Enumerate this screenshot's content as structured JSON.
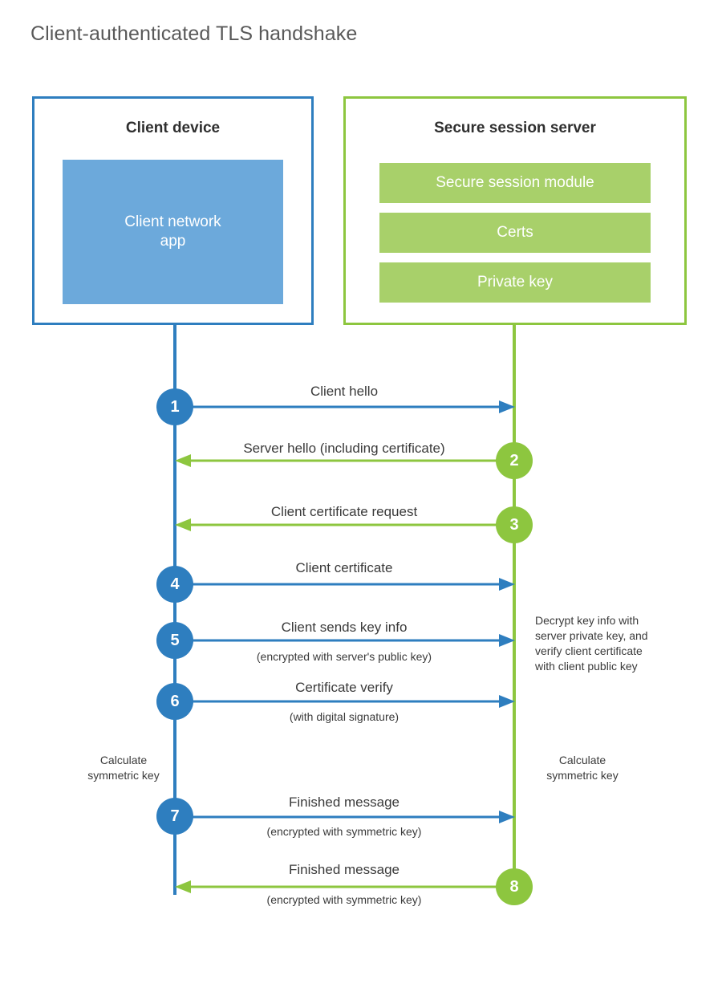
{
  "title": "Client-authenticated TLS handshake",
  "parties": {
    "client": {
      "title": "Client device",
      "app_label": "Client network\napp"
    },
    "server": {
      "title": "Secure session server",
      "modules": [
        {
          "label": "Secure session module"
        },
        {
          "label": "Certs"
        },
        {
          "label": "Private key"
        }
      ]
    }
  },
  "steps": [
    {
      "number": "1",
      "label": "Client hello",
      "sublabel": "",
      "direction": "client-to-server",
      "color": "#2e7ebf"
    },
    {
      "number": "2",
      "label": "Server hello (including certificate)",
      "sublabel": "",
      "direction": "server-to-client",
      "color": "#8dc63f"
    },
    {
      "number": "3",
      "label": "Client certificate request",
      "sublabel": "",
      "direction": "server-to-client",
      "color": "#8dc63f"
    },
    {
      "number": "4",
      "label": "Client certificate",
      "sublabel": "",
      "direction": "client-to-server",
      "color": "#2e7ebf"
    },
    {
      "number": "5",
      "label": "Client sends key info",
      "sublabel": "(encrypted with server's public key)",
      "direction": "client-to-server",
      "color": "#2e7ebf"
    },
    {
      "number": "6",
      "label": "Certificate verify",
      "sublabel": "(with digital signature)",
      "direction": "client-to-server",
      "color": "#2e7ebf"
    },
    {
      "number": "7",
      "label": "Finished message",
      "sublabel": "(encrypted with symmetric key)",
      "direction": "client-to-server",
      "color": "#2e7ebf"
    },
    {
      "number": "8",
      "label": "Finished message",
      "sublabel": "(encrypted with symmetric key)",
      "direction": "server-to-client",
      "color": "#8dc63f"
    }
  ],
  "notes": {
    "server_decrypt": "Decrypt key info with\nserver private key, and\nverify client certificate\nwith client public key",
    "client_calculate": "Calculate\nsymmetric key",
    "server_calculate": "Calculate\nsymmetric key"
  },
  "colors": {
    "client_accent": "#2e7ebf",
    "server_accent": "#8dc63f",
    "client_app_fill": "#6ca9db",
    "server_module_fill": "#a8d06a",
    "text": "#3a3a3a",
    "title_text": "#595959",
    "background": "#ffffff"
  }
}
